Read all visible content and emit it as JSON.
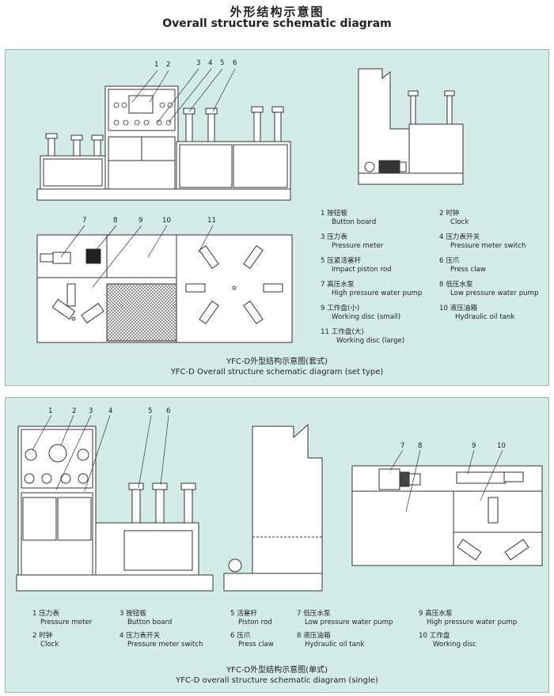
{
  "header": {
    "title_zh": "外形结构示意图",
    "title_en": "Overall structure schematic diagram"
  },
  "settype": {
    "callouts": [
      "1",
      "2",
      "3",
      "4",
      "5",
      "6",
      "7",
      "8",
      "9",
      "10",
      "11"
    ],
    "legend": [
      {
        "num": "1",
        "zh": "按钮板",
        "en": "Button board"
      },
      {
        "num": "2",
        "zh": "时钟",
        "en": "Clock"
      },
      {
        "num": "3",
        "zh": "压力表",
        "en": "Pressure meter"
      },
      {
        "num": "4",
        "zh": "压力表开关",
        "en": "Pressure meter switch"
      },
      {
        "num": "5",
        "zh": "压紧活塞杆",
        "en": "Impact piston rod"
      },
      {
        "num": "6",
        "zh": "压爪",
        "en": "Press claw"
      },
      {
        "num": "7",
        "zh": "高压水泵",
        "en": "High pressure water pump"
      },
      {
        "num": "8",
        "zh": "低压水泵",
        "en": "Low pressure water pump"
      },
      {
        "num": "9",
        "zh": "工作盘(小)",
        "en": "Working disc (small)"
      },
      {
        "num": "10",
        "zh": "液压油箱",
        "en": "Hydraulic oil tank"
      },
      {
        "num": "11",
        "zh": "工作盘(大)",
        "en": "Working disc (large)"
      }
    ],
    "caption_zh": "YFC-D外型结构示意图(套式)",
    "caption_en": "YFC-D Overall structure schematic diagram (set type)"
  },
  "single": {
    "callouts": [
      "1",
      "2",
      "3",
      "4",
      "5",
      "6",
      "7",
      "8",
      "9",
      "10"
    ],
    "legend": [
      {
        "num": "1",
        "zh": "压力表",
        "en": "Pressure meter"
      },
      {
        "num": "2",
        "zh": "时钟",
        "en": "Clock"
      },
      {
        "num": "3",
        "zh": "按钮板",
        "en": "Button board"
      },
      {
        "num": "4",
        "zh": "压力表开关",
        "en": "Pressure meter switch"
      },
      {
        "num": "5",
        "zh": "活塞杆",
        "en": "Piston rod"
      },
      {
        "num": "6",
        "zh": "压爪",
        "en": "Press claw"
      },
      {
        "num": "7",
        "zh": "低压水泵",
        "en": "Low pressure water pump"
      },
      {
        "num": "8",
        "zh": "液压油箱",
        "en": "Hydraulic oil tank"
      },
      {
        "num": "9",
        "zh": "高压水泵",
        "en": "High pressure water pump"
      },
      {
        "num": "10",
        "zh": "工作盘",
        "en": "Working disc"
      }
    ],
    "caption_zh": "YFC-D外型结构示意图(单式)",
    "caption_en": "YFC-D overall structure schematic diagram (single)"
  },
  "colors": {
    "panel": "#d4ece8",
    "line": "#333333",
    "hatch": "#555555"
  }
}
